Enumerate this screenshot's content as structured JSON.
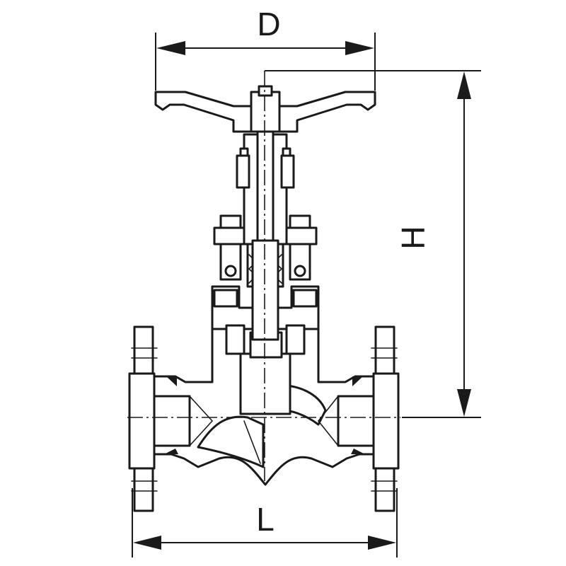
{
  "dimensions": {
    "handwheel_diameter": "D",
    "height": "H",
    "length": "L"
  }
}
